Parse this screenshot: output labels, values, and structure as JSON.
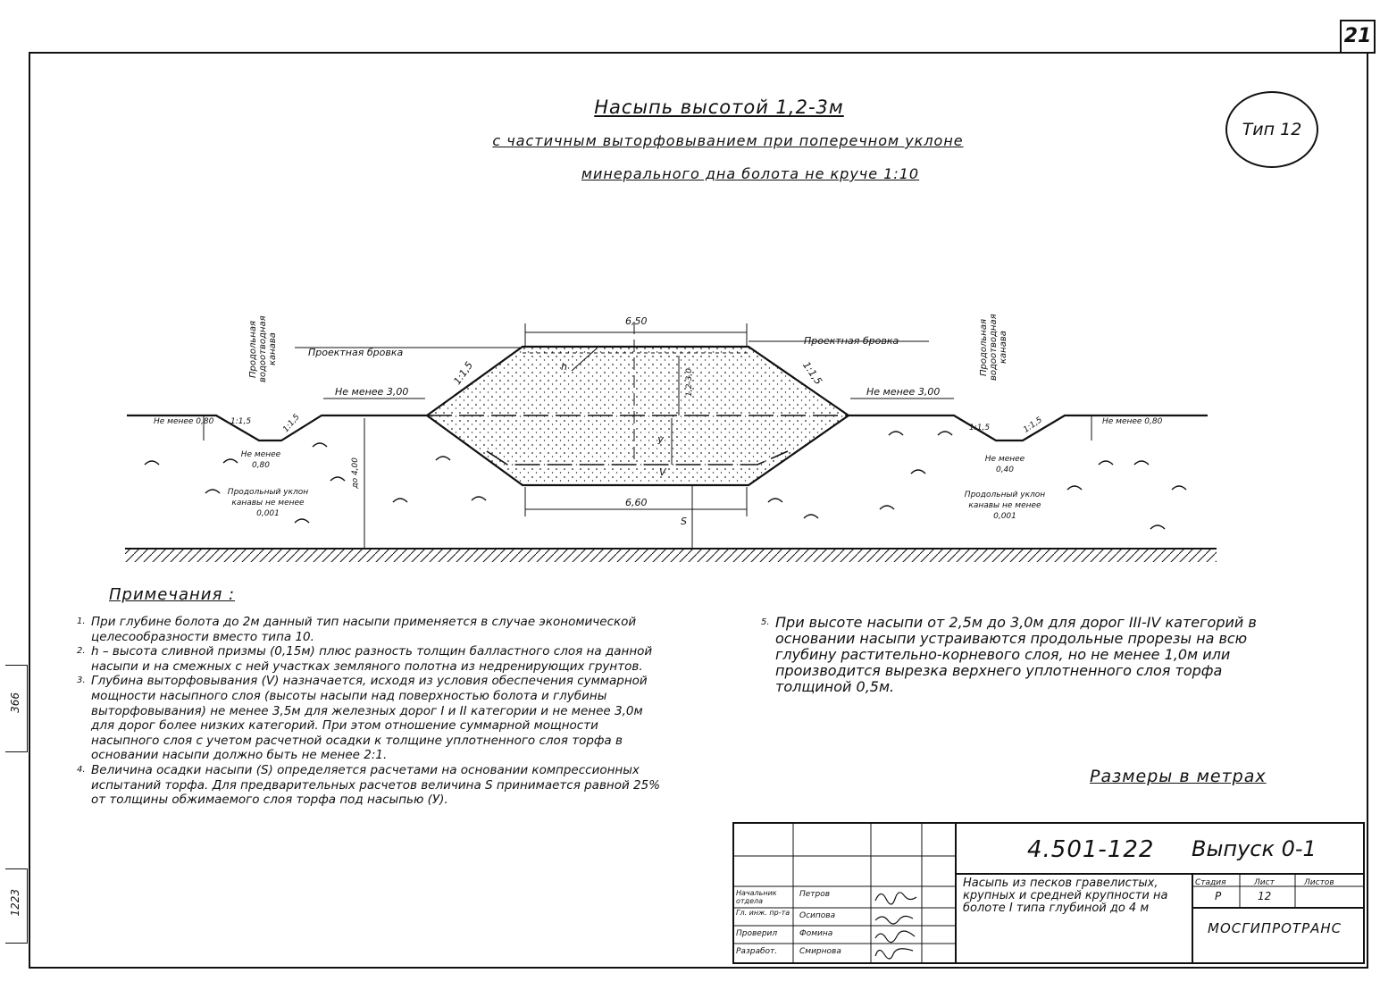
{
  "page_number": "21",
  "title": {
    "line1": "Насыпь высотой 1,2-3м",
    "line2": "с частичным выторфовыванием при поперечном уклоне",
    "line3": "минерального дна болота не круче 1:10"
  },
  "type_label": "Тип 12",
  "drawing": {
    "top_width": "6,50",
    "bottom_width": "6,60",
    "left_brow": "Проектная бровка",
    "right_brow": "Проектная бровка",
    "left_min_offset": "Не менее 3,00",
    "right_min_offset": "Не менее 3,00",
    "left_slope_top": "1:1,5",
    "right_slope_top": "1:1,5",
    "left_ditch_slope_a": "1:1,5",
    "left_ditch_slope_b": "1:1,5",
    "right_ditch_slope_a": "1:1,5",
    "right_ditch_slope_b": "1:1,5",
    "height_dim": "1,2-3,0",
    "h_label": "h",
    "y_label": "У",
    "v_label": "V",
    "s_label": "S",
    "depth_label": "до 4,00",
    "left_ditch_name": "Продольная водоотводная канава",
    "right_ditch_name": "Продольная водоотводная канава",
    "left_ditch_depth": "Не менее 0,80",
    "right_ditch_depth": "Не менее 0,80",
    "left_ditch_bottom": "Не менее 0,80",
    "right_ditch_bottom": "Не менее 0,40",
    "left_ditch_gradient": "Продольный уклон канавы не менее 0,001",
    "right_ditch_gradient": "Продольный уклон канавы не менее 0,001"
  },
  "notes_heading": "Примечания :",
  "notes": [
    {
      "num": "1.",
      "text": "При глубине болота до 2м данный тип насыпи применяется в случае экономической целесообразности вместо типа 10."
    },
    {
      "num": "2.",
      "text": "h – высота сливной призмы (0,15м) плюс разность толщин балластного слоя на данной насыпи и на смежных с ней участках земляного полотна из недренирующих грунтов."
    },
    {
      "num": "3.",
      "text": "Глубина выторфовывания (V) назначается, исходя из условия обеспечения суммарной мощности насыпного слоя (высоты насыпи над поверхностью болота и глубины выторфовывания) не менее 3,5м для железных дорог I и II категории и не менее 3,0м для дорог более низких категорий. При этом отношение суммарной мощности насыпного слоя с учетом расчетной осадки к толщине уплотненного слоя торфа в основании насыпи должно быть не менее 2:1."
    },
    {
      "num": "4.",
      "text": "Величина осадки насыпи (S) определяется расчетами на основании компрессионных испытаний торфа. Для предварительных расчетов величина S принимается равной 25% от толщины обжимаемого слоя торфа под насыпью (У)."
    },
    {
      "num": "5.",
      "text": "При высоте насыпи от 2,5м до 3,0м для дорог III-IV категорий в основании насыпи устраиваются продольные прорезы на всю глубину растительно-корневого слоя, но не менее 1,0м или производится вырезка верхнего уплотненного слоя торфа толщиной 0,5м."
    }
  ],
  "units_note": "Размеры в метрах",
  "side_labels": {
    "top": "366",
    "bottom": "1223"
  },
  "title_block": {
    "doc_number": "4.501-122",
    "issue": "Выпуск 0-1",
    "description": "Насыпь из песков гравелистых, крупных и средней крупности на болоте I типа глубиной до 4 м",
    "stage_header": "Стадия",
    "sheet_header": "Лист",
    "sheets_header": "Листов",
    "stage": "Р",
    "sheet": "12",
    "sheets": "",
    "organization": "МОСГИПРОТРАНС",
    "roles": [
      {
        "role": "Начальник отдела",
        "name": "Петров"
      },
      {
        "role": "Гл. инж. пр-та",
        "name": "Осипова"
      },
      {
        "role": "Проверил",
        "name": "Фомина"
      },
      {
        "role": "Разработ.",
        "name": "Смирнова"
      }
    ]
  }
}
